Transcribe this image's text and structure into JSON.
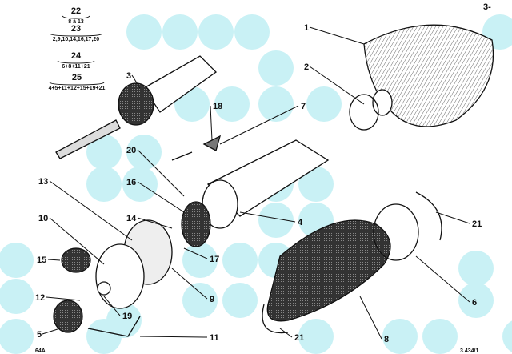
{
  "sheet": {
    "page_ref": "3-",
    "figure_code": "64A",
    "drawing_number": "3.434/1"
  },
  "legend": [
    {
      "number": "22",
      "parts": "8 à 13"
    },
    {
      "number": "23",
      "parts": "2,9,10,14,16,17,20"
    },
    {
      "number": "24",
      "parts": "6+8+11+21"
    },
    {
      "number": "25",
      "parts": "4+5+11+12+15+19+21"
    }
  ],
  "callouts": [
    "1",
    "2",
    "3",
    "18",
    "7",
    "20",
    "13",
    "16",
    "14",
    "4",
    "21",
    "10",
    "15",
    "17",
    "12",
    "9",
    "6",
    "19",
    "5",
    "11",
    "21",
    "8"
  ],
  "colors": {
    "highlight": "#c9f1f5",
    "ink": "#111111"
  }
}
